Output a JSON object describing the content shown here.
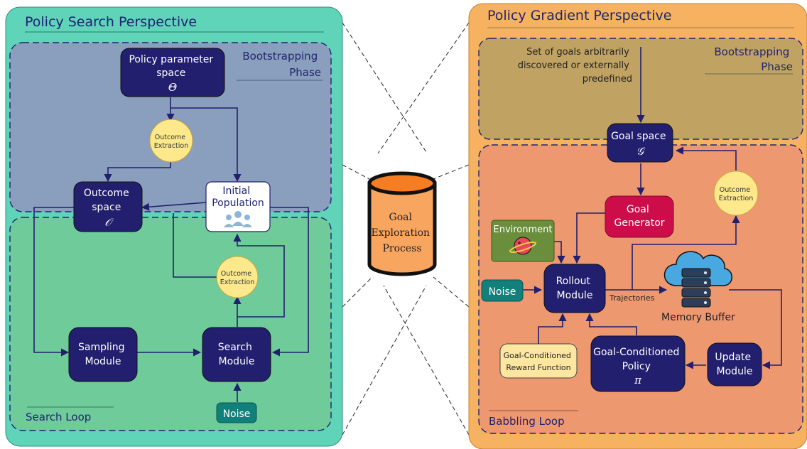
{
  "left_panel": {
    "title": "Policy Search Perspective",
    "bootstrap_label": [
      "Bootstrapping",
      "Phase"
    ],
    "loop_label": "Search Loop",
    "policy_param": [
      "Policy parameter",
      "space",
      "Θ"
    ],
    "outcome_extraction_top": [
      "Outcome",
      "Extraction"
    ],
    "outcome_space": [
      "Outcome",
      "space",
      "𝒪"
    ],
    "initial_population": [
      "Initial",
      "Population"
    ],
    "outcome_extraction_mid": [
      "Outcome",
      "Extraction"
    ],
    "sampling_module": [
      "Sampling",
      "Module"
    ],
    "search_module": [
      "Search",
      "Module"
    ],
    "noise": "Noise"
  },
  "center": {
    "process": [
      "Goal",
      "Exploration",
      "Process"
    ]
  },
  "right_panel": {
    "title": "Policy Gradient Perspective",
    "bootstrap_label": [
      "Bootstrapping",
      "Phase"
    ],
    "loop_label": "Babbling Loop",
    "goal_text": [
      "Set of goals arbitrarily",
      "discovered or externally",
      "predefined"
    ],
    "goal_space": [
      "Goal space",
      "𝒢"
    ],
    "outcome_extraction": [
      "Outcome",
      "Extraction"
    ],
    "goal_generator": [
      "Goal",
      "Generator"
    ],
    "environment": "Environment",
    "noise": "Noise",
    "rollout_module": [
      "Rollout",
      "Module"
    ],
    "trajectories": "Trajectories",
    "memory_buffer": "Memory Buffer",
    "reward_function": [
      "Goal-Conditioned",
      "Reward Function"
    ],
    "policy": [
      "Goal-Conditioned",
      "Policy",
      "π"
    ],
    "update_module": [
      "Update",
      "Module"
    ]
  },
  "colors": {
    "left_bg": "#5fd4b8",
    "bootstrap_bg": "#8a9fbd",
    "loop_bg": "#6fcc9a",
    "navy": "#211f6e",
    "right_bg": "#f6b260",
    "right_bootstrap": "#c0a362",
    "right_loop": "#ee9870",
    "yellow_circle": "#fde98c",
    "teal_noise": "#117f7a",
    "goal_gen": "#cc0d4a",
    "env_green": "#6a8e3b",
    "cylinder": "#f8a560"
  }
}
